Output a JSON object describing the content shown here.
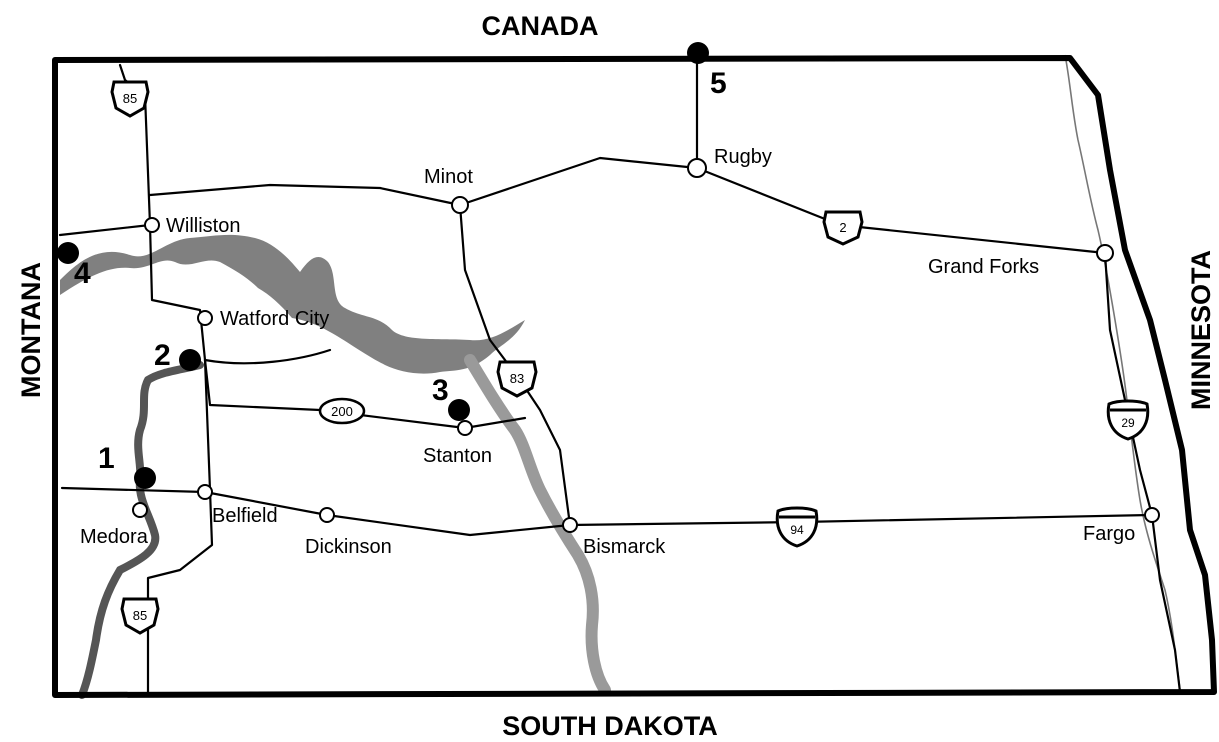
{
  "borders": {
    "north": "CANADA",
    "south": "SOUTH DAKOTA",
    "west": "MONTANA",
    "east": "MINNESOTA"
  },
  "cities": [
    {
      "name": "Williston"
    },
    {
      "name": "Watford City"
    },
    {
      "name": "Minot"
    },
    {
      "name": "Rugby"
    },
    {
      "name": "Grand Forks"
    },
    {
      "name": "Stanton"
    },
    {
      "name": "Belfield"
    },
    {
      "name": "Medora"
    },
    {
      "name": "Dickinson"
    },
    {
      "name": "Bismarck"
    },
    {
      "name": "Fargo"
    }
  ],
  "highway_shields": [
    {
      "number": "85",
      "type": "us"
    },
    {
      "number": "85",
      "type": "us"
    },
    {
      "number": "83",
      "type": "us"
    },
    {
      "number": "2",
      "type": "us"
    },
    {
      "number": "200",
      "type": "state"
    },
    {
      "number": "94",
      "type": "interstate"
    },
    {
      "number": "29",
      "type": "interstate"
    }
  ],
  "site_markers": [
    {
      "label": "1"
    },
    {
      "label": "2"
    },
    {
      "label": "3"
    },
    {
      "label": "4"
    },
    {
      "label": "5"
    }
  ]
}
